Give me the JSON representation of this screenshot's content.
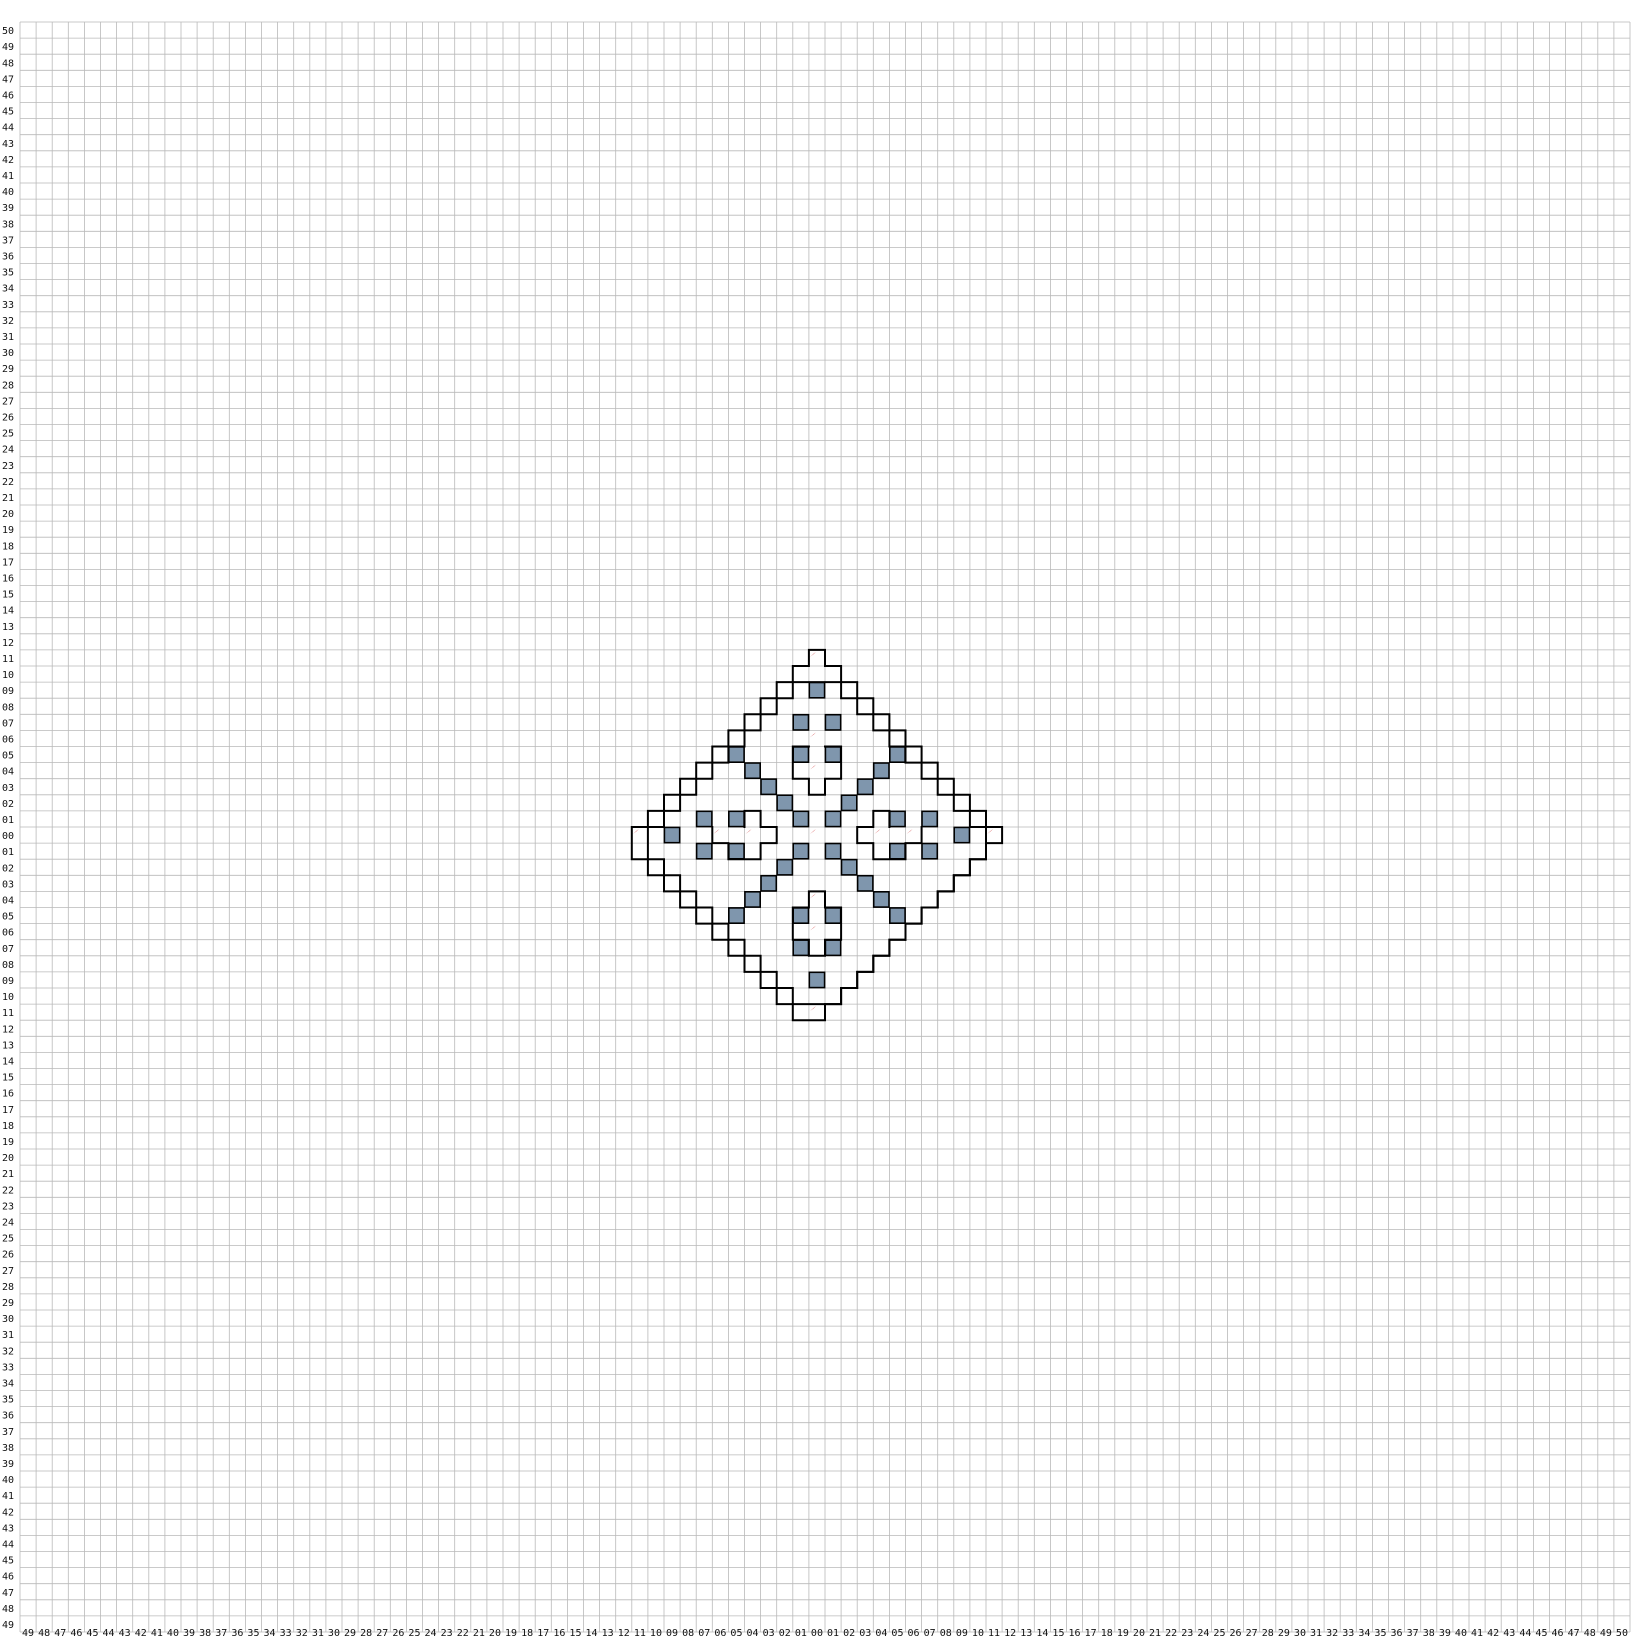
{
  "grid": {
    "x_range": [
      -49,
      50
    ],
    "y_range": [
      -49,
      50
    ],
    "x_tick_labels": [
      "49",
      "48",
      "47",
      "46",
      "45",
      "44",
      "43",
      "42",
      "41",
      "40",
      "39",
      "38",
      "37",
      "36",
      "35",
      "34",
      "33",
      "32",
      "31",
      "30",
      "29",
      "28",
      "27",
      "26",
      "25",
      "24",
      "23",
      "22",
      "21",
      "20",
      "19",
      "18",
      "17",
      "16",
      "15",
      "14",
      "13",
      "12",
      "11",
      "10",
      "09",
      "08",
      "07",
      "06",
      "05",
      "04",
      "03",
      "02",
      "01",
      "00",
      "01",
      "02",
      "03",
      "04",
      "05",
      "06",
      "07",
      "08",
      "09",
      "10",
      "11",
      "12",
      "13",
      "14",
      "15",
      "16",
      "17",
      "18",
      "19",
      "20",
      "21",
      "22",
      "23",
      "24",
      "25",
      "26",
      "27",
      "28",
      "29",
      "30",
      "31",
      "32",
      "33",
      "34",
      "35",
      "36",
      "37",
      "38",
      "39",
      "40",
      "41",
      "42",
      "43",
      "44",
      "45",
      "46",
      "47",
      "48",
      "49",
      "50"
    ],
    "y_tick_labels": [
      "50",
      "49",
      "48",
      "47",
      "46",
      "45",
      "44",
      "43",
      "42",
      "41",
      "40",
      "39",
      "38",
      "37",
      "36",
      "35",
      "34",
      "33",
      "32",
      "31",
      "30",
      "29",
      "28",
      "27",
      "26",
      "25",
      "24",
      "23",
      "22",
      "21",
      "20",
      "19",
      "18",
      "17",
      "16",
      "15",
      "14",
      "13",
      "12",
      "11",
      "10",
      "09",
      "08",
      "07",
      "06",
      "05",
      "04",
      "03",
      "02",
      "01",
      "00",
      "01",
      "02",
      "03",
      "04",
      "05",
      "06",
      "07",
      "08",
      "09",
      "10",
      "11",
      "12",
      "13",
      "14",
      "15",
      "16",
      "17",
      "18",
      "19",
      "20",
      "21",
      "22",
      "23",
      "24",
      "25",
      "26",
      "27",
      "28",
      "29",
      "30",
      "31",
      "32",
      "33",
      "34",
      "35",
      "36",
      "37",
      "38",
      "39",
      "40",
      "41",
      "42",
      "43",
      "44",
      "45",
      "46",
      "47",
      "48",
      "49"
    ]
  },
  "blocks": [
    [
      0,
      9
    ],
    [
      -1,
      7
    ],
    [
      1,
      7
    ],
    [
      -1,
      5
    ],
    [
      1,
      5
    ],
    [
      -5,
      5
    ],
    [
      5,
      5
    ],
    [
      -4,
      4
    ],
    [
      4,
      4
    ],
    [
      -3,
      3
    ],
    [
      3,
      3
    ],
    [
      -2,
      2
    ],
    [
      2,
      2
    ],
    [
      -7,
      1
    ],
    [
      -5,
      1
    ],
    [
      -1,
      1
    ],
    [
      1,
      1
    ],
    [
      5,
      1
    ],
    [
      7,
      1
    ],
    [
      -9,
      0
    ],
    [
      9,
      0
    ],
    [
      -7,
      -1
    ],
    [
      -5,
      -1
    ],
    [
      -1,
      -1
    ],
    [
      1,
      -1
    ],
    [
      5,
      -1
    ],
    [
      7,
      -1
    ],
    [
      -2,
      -2
    ],
    [
      2,
      -2
    ],
    [
      -3,
      -3
    ],
    [
      3,
      -3
    ],
    [
      -4,
      -4
    ],
    [
      4,
      -4
    ],
    [
      -5,
      -5
    ],
    [
      5,
      -5
    ],
    [
      -1,
      -5
    ],
    [
      1,
      -5
    ],
    [
      -1,
      -7
    ],
    [
      1,
      -7
    ],
    [
      0,
      -9
    ]
  ],
  "markers": [
    [
      0,
      11
    ],
    [
      0,
      6
    ],
    [
      0,
      4
    ],
    [
      0,
      0
    ],
    [
      -11,
      0
    ],
    [
      -6,
      0
    ],
    [
      -4,
      0
    ],
    [
      4,
      0
    ],
    [
      6,
      0
    ],
    [
      11,
      0
    ],
    [
      0,
      -4
    ],
    [
      0,
      -6
    ],
    [
      0,
      -11
    ]
  ],
  "colors": {
    "block": "#7f96ad",
    "wall": "#000000",
    "marker": "#c00000",
    "grid": "#b9b9b9"
  }
}
